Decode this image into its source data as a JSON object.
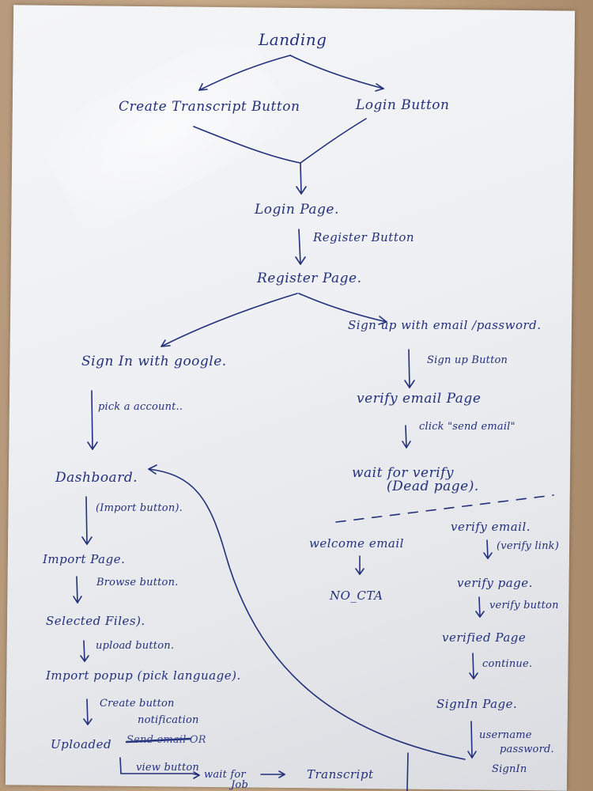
{
  "nodes": {
    "landing": "Landing",
    "create_transcript": "Create Transcript Button",
    "login_button": "Login Button",
    "login_page": "Login Page.",
    "register_button": "Register Button",
    "register_page": "Register Page.",
    "signin_google": "Sign In with google.",
    "signup_email": "Sign up with email /password.",
    "pick_account": "pick a account..",
    "signup_button": "Sign up Button",
    "verify_email_page": "verify email Page",
    "click_send_email": "click \"send email\"",
    "wait_for_verify": "wait for verify",
    "dead_page": "(Dead page).",
    "welcome_email": "welcome email",
    "no_cta": "NO_CTA",
    "verify_email": "verify email.",
    "verify_link": "(verify link)",
    "verify_page": "verify page.",
    "verify_button": "verify button",
    "verified_page": "verified Page",
    "continue": "continue.",
    "signin_page": "SignIn Page.",
    "credentials": [
      "username",
      "password.",
      "SignIn"
    ],
    "dashboard": "Dashboard.",
    "import_button": "(Import button).",
    "import_page": "Import Page.",
    "browse_button": "Browse button.",
    "selected_files": "Selected Files).",
    "upload_button": "upload button.",
    "import_popup": "Import popup (pick language).",
    "create_button": "Create button",
    "notification": "notification",
    "uploaded": "Uploaded",
    "uploaded_strike": "Send email OR",
    "view_button": "view button",
    "wait_for_job": "wait for",
    "job": "Job",
    "transcript": "Transcript"
  },
  "ink_color": "#23307a",
  "paper_color": "#eef0f3",
  "background_color": "#c6a987"
}
